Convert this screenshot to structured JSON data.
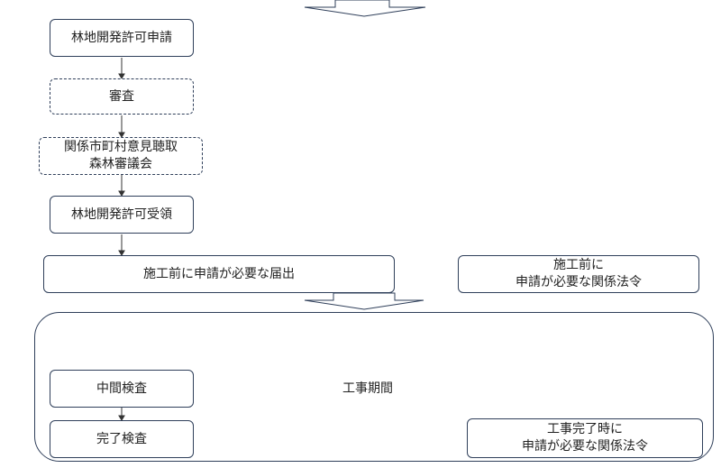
{
  "flow": {
    "application": "林地開発許可申請",
    "review": "審査",
    "hearing": "関係市町村意見聴取\n森林審議会",
    "permit_receipt": "林地開発許可受領",
    "pre_construction_notice": "施工前に申請が必要な届出",
    "pre_construction_laws": "施工前に\n申請が必要な関係法令",
    "construction_period": "工事期間",
    "interim_inspection": "中間検査",
    "completion_inspection": "完了検査",
    "completion_laws": "工事完了時に\n申請が必要な関係法令"
  }
}
